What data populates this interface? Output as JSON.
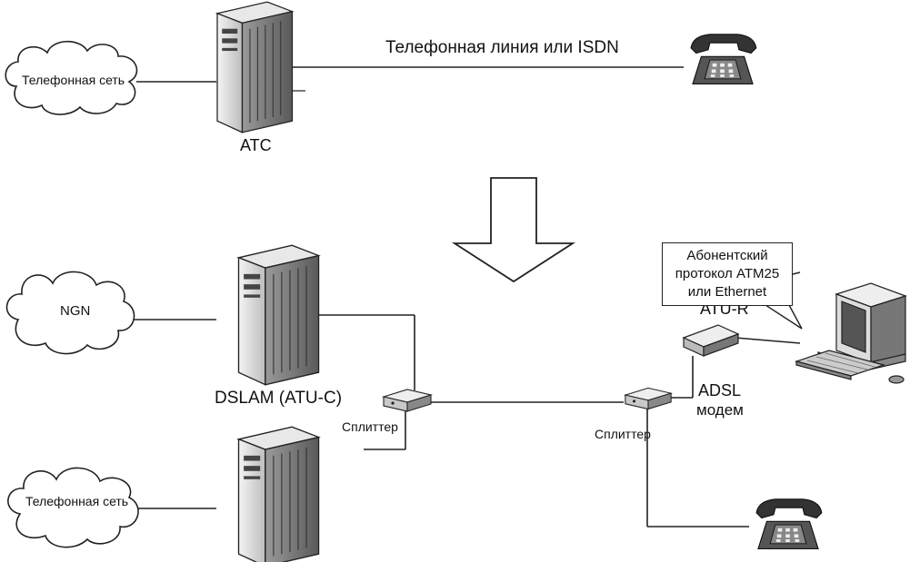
{
  "labels": {
    "phone_network_top": "Телефонная сеть",
    "ngn": "NGN",
    "phone_network_bottom": "Телефонная сеть",
    "ats": "АТС",
    "phone_line": "Телефонная линия или ISDN",
    "dslam": "DSLAM (ATU-C)",
    "splitter_left": "Сплиттер",
    "splitter_right": "Сплиттер",
    "atu_r": "ATU-R",
    "adsl_modem_line1": "ADSL",
    "adsl_modem_line2": "модем",
    "protocol_line1": "Абонентский",
    "protocol_line2": "протокол ATM25",
    "protocol_line3": "или Ethernet"
  },
  "colors": {
    "stroke": "#222222",
    "server_fill": "#d9d9d9",
    "server_dark": "#8a8a8a"
  },
  "icons": [
    "cloud-icon",
    "server-icon",
    "telephone-icon",
    "splitter-icon",
    "modem-icon",
    "computer-icon",
    "down-arrow-icon"
  ]
}
